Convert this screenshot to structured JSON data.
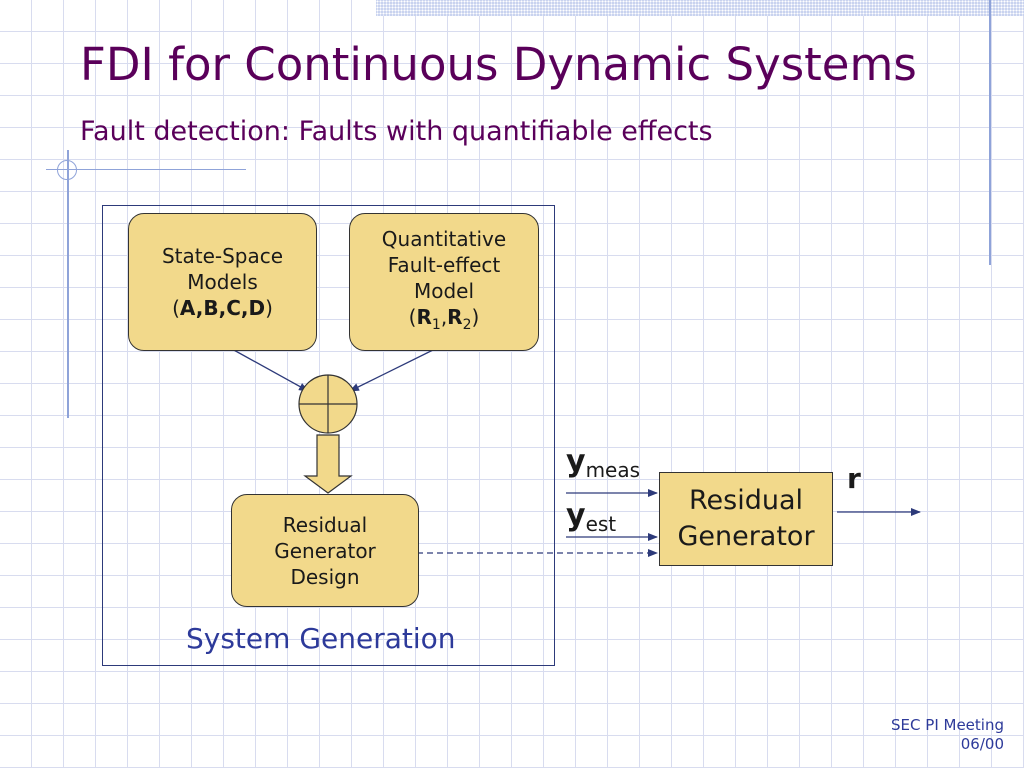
{
  "title": "FDI for Continuous Dynamic Systems",
  "subtitle": "Fault detection: Faults with quantifiable effects",
  "system_generation": {
    "label": "System Generation",
    "state_space": {
      "line1": "State-Space",
      "line2": "Models",
      "open_paren": "(",
      "matrices": "A,B,C,D",
      "close_paren": ")"
    },
    "fault_effect": {
      "line1": "Quantitative",
      "line2": "Fault-effect",
      "line3": "Model",
      "open_paren": "(",
      "r1": "R",
      "r1_sub": "1",
      "comma": ",",
      "r2": "R",
      "r2_sub": "2",
      "close_paren": ")"
    },
    "design": {
      "line1": "Residual",
      "line2": "Generator",
      "line3": "Design"
    }
  },
  "residual_generator": {
    "line1": "Residual",
    "line2": "Generator"
  },
  "signals": {
    "y_meas": {
      "base": "y",
      "sub": "meas"
    },
    "y_est": {
      "base": "y",
      "sub": "est"
    },
    "r": "r"
  },
  "footer": {
    "line1": "SEC PI Meeting",
    "line2": "06/00"
  },
  "colors": {
    "title": "#5a005a",
    "accent_text": "#2d3a9a",
    "box_fill": "#f2d98b",
    "grid": "#d8dcef"
  }
}
